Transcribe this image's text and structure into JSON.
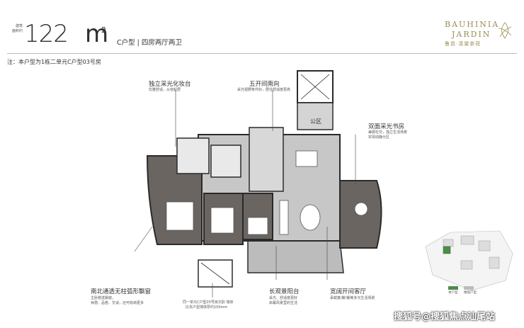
{
  "header": {
    "area_label": "建筑\n面积约",
    "area_number": "122",
    "area_unit": "m",
    "area_superscript": "2",
    "type_text": "C户型 | 四房两厅两卫",
    "note": "注：本户型为1栋二单元C户型03号房"
  },
  "logo": {
    "line1": "BAUHINIA",
    "line2": "JARDIN",
    "line3": "鲁邑·清棠茶荷"
  },
  "annotations": {
    "vanity": {
      "title": "独立采光化妆台",
      "sub": "优雅舒适，从容起居"
    },
    "elevator": {
      "title": "五开间南向",
      "sub1": "采光视野条件好，居住舒适度更高"
    },
    "public": {
      "title": "公区"
    },
    "study": {
      "title": "双面采光书房",
      "sub1": "兼顾社交，独立生活场景",
      "sub2": "实现动静分区"
    },
    "bay_window": {
      "title": "南北通透无柱弧形飘窗",
      "sub1": "主卧赠送飘窗，",
      "sub2": "休憩、品茗、交谈，还可收纳更多"
    },
    "balcony": {
      "title": "长观景阳台",
      "sub1": "采光、舒适度更好",
      "sub2": "启幕风景里的生活"
    },
    "living": {
      "title": "宽阔开间客厅",
      "sub": "承载宴/聚/餐等多元生活场景"
    },
    "footnote1": "同一单元C户型03号房次卧·墙体",
    "footnote2": "比本户型墙体厚约100mm"
  },
  "sitemap": {
    "legend_a": "本户型",
    "legend_b": "楼座户型"
  },
  "watermark": "搜狐号@搜狐焦点汕尾站",
  "colors": {
    "dark_floor": "#6b6561",
    "light_floor": "#bcbcbc",
    "wall": "#2a2a2a",
    "gold": "#9a8c52",
    "green": "#4e8c4a"
  }
}
